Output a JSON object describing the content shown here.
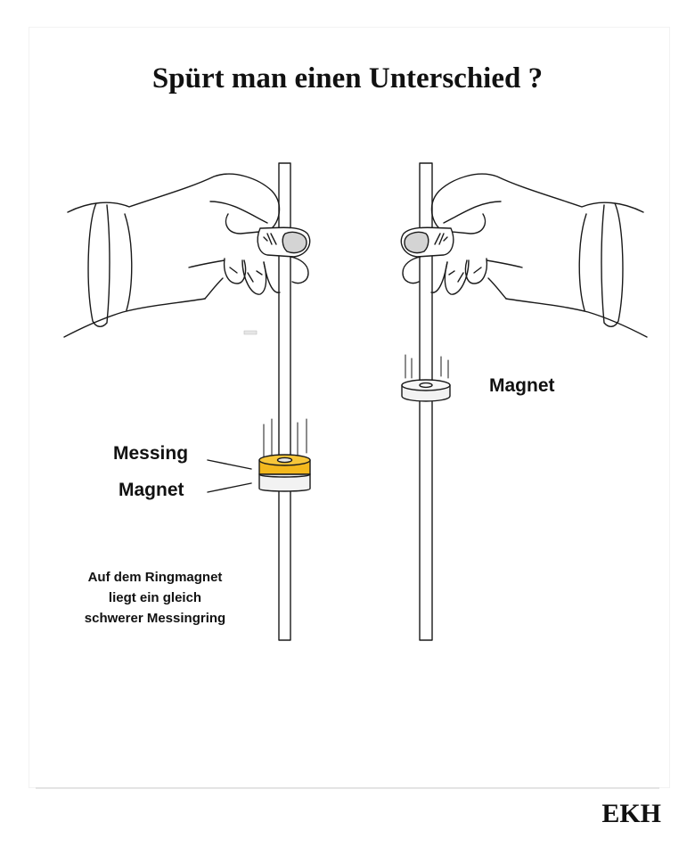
{
  "title": "Spürt man einen Unterschied ?",
  "labels": {
    "messing": "Messing",
    "magnet_left": "Magnet",
    "magnet_right": "Magnet"
  },
  "note": {
    "line1": "Auf dem Ringmagnet",
    "line2": "liegt ein gleich",
    "line3": "schwerer Messingring"
  },
  "signature": "EKH",
  "colors": {
    "brass": "#f4b81d",
    "magnet": "#f2f2f2",
    "thumbnail": "#d4d4d4",
    "outline": "#1a1a1a"
  }
}
